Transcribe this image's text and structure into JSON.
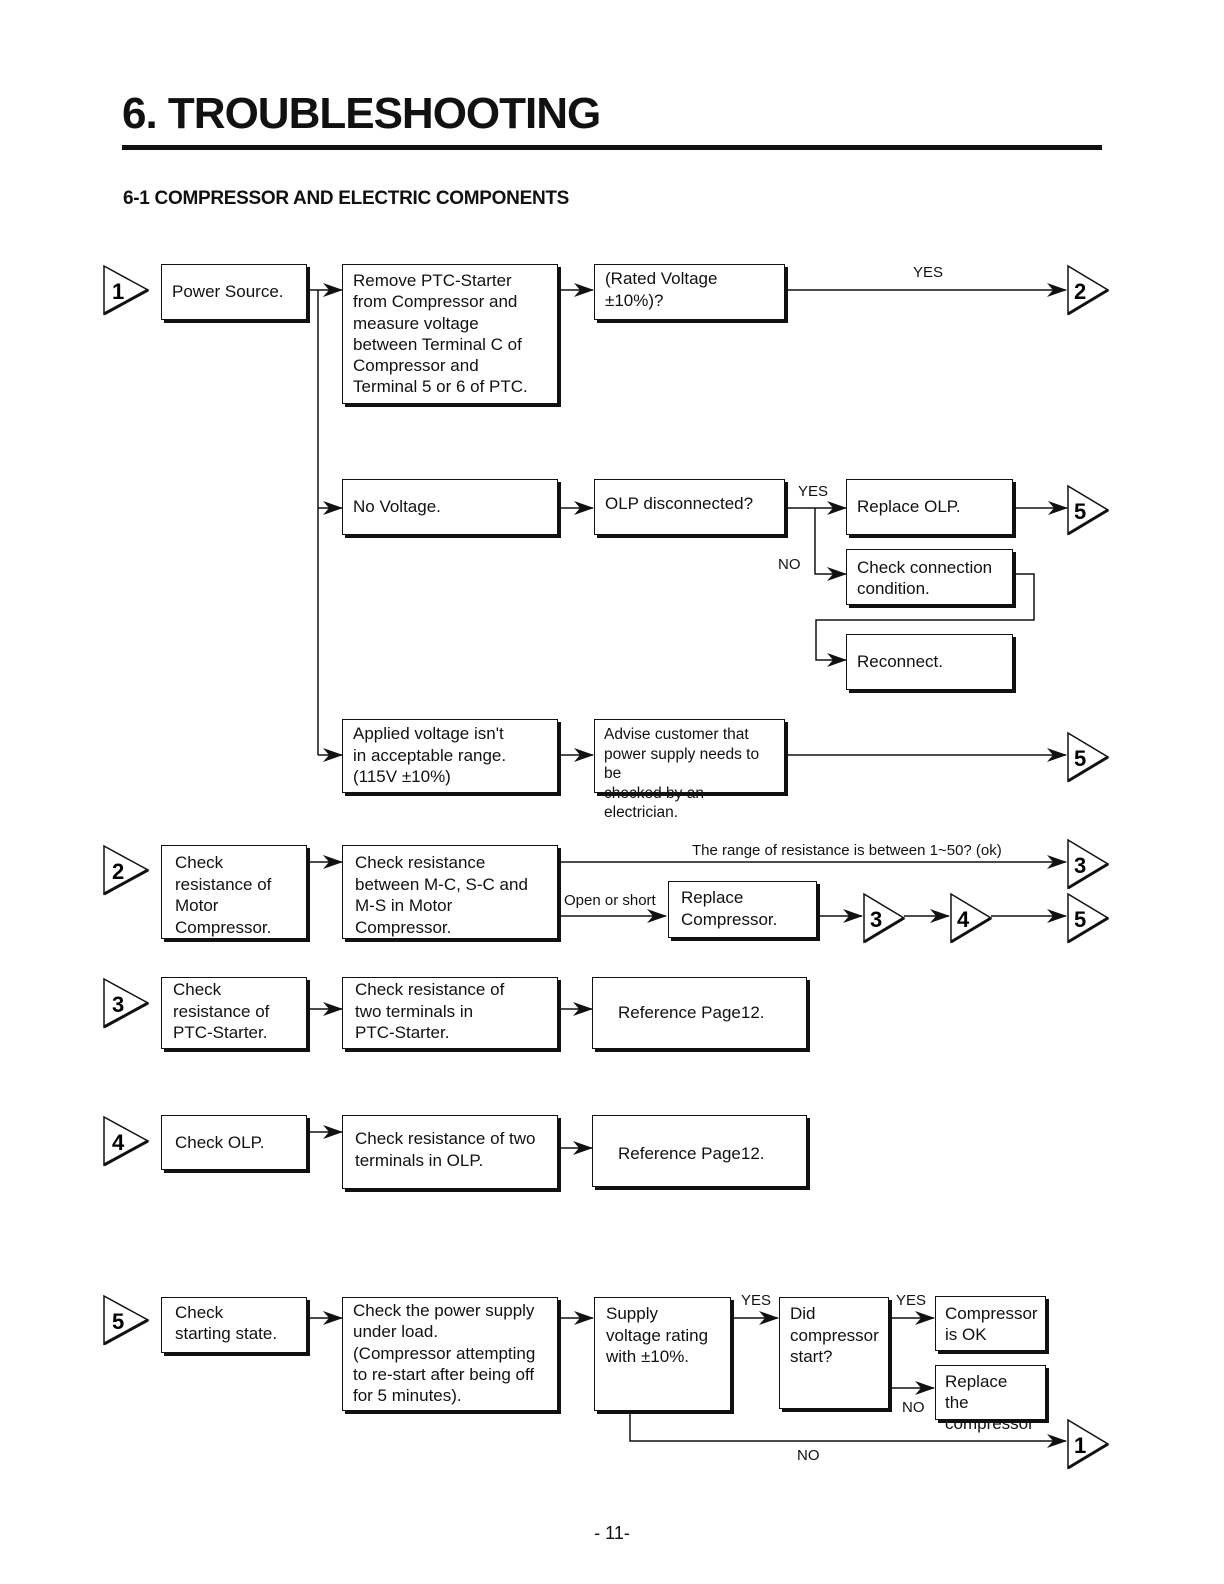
{
  "header": {
    "title": "6. TROUBLESHOOTING",
    "subtitle": "6-1 COMPRESSOR AND ELECTRIC COMPONENTS"
  },
  "connectors": {
    "c1": "1",
    "c2": "2",
    "c3": "3",
    "c4": "4",
    "c5": "5"
  },
  "section1": {
    "power_source": "Power Source.",
    "remove_ptc": "Remove PTC-Starter\nfrom Compressor and\nmeasure voltage\nbetween Terminal C of\nCompressor and\nTerminal 5 or 6 of PTC.",
    "rated_voltage": "(Rated Voltage\n±10%)?",
    "yes_label": "YES",
    "no_voltage": "No Voltage.",
    "olp_disconnected": "OLP disconnected?",
    "olp_yes": "YES",
    "olp_no": "NO",
    "replace_olp": "Replace OLP.",
    "check_connection": "Check connection\ncondition.",
    "reconnect": "Reconnect.",
    "applied_voltage": "Applied voltage isn't\nin acceptable range.\n(115V ±10%)",
    "advise_customer": "Advise customer that\npower supply needs to be\nchecked by an electrician."
  },
  "section2": {
    "check_motor": "Check\nresistance of\nMotor\nCompressor.",
    "check_between": "Check resistance\nbetween M-C, S-C and\nM-S in Motor\nCompressor.",
    "range_ok": "The range of resistance is between 1~50? (ok)",
    "open_or_short": "Open or short",
    "replace_compressor": "Replace\nCompressor."
  },
  "section3": {
    "check_ptc": "Check\nresistance of\nPTC-Starter.",
    "check_two_terminals": "Check resistance of\ntwo terminals in\nPTC-Starter.",
    "reference": "Reference Page12."
  },
  "section4": {
    "check_olp": "Check OLP.",
    "check_olp_terminals": "Check resistance of two\nterminals in OLP.",
    "reference": "Reference Page12."
  },
  "section5": {
    "check_starting": "Check\nstarting state.",
    "check_power_load": "Check the power supply\nunder load.\n(Compressor attempting\nto re-start after being off\nfor 5 minutes).",
    "supply_voltage": "Supply\nvoltage rating\nwith ±10%.",
    "yes1": "YES",
    "did_start": "Did\ncompressor\nstart?",
    "yes2": "YES",
    "compressor_ok": "Compressor\nis OK",
    "no1": "NO",
    "replace_the": "Replace the\ncompressor",
    "no2": "NO"
  },
  "footer": {
    "page_number": "- 11-"
  }
}
